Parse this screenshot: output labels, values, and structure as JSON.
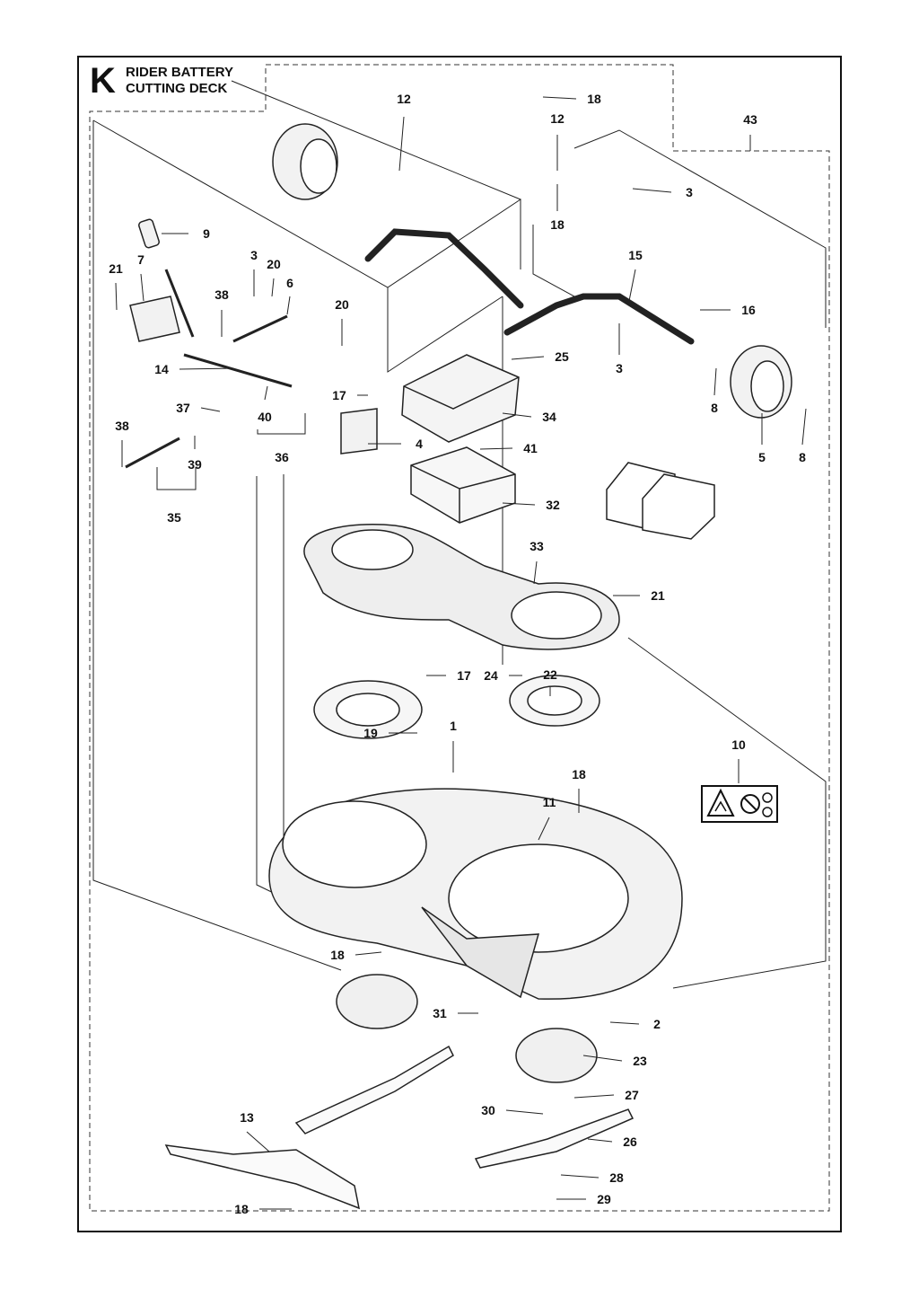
{
  "section": {
    "letter": "K",
    "title_line1": "RIDER BATTERY",
    "title_line2": "CUTTING DECK"
  },
  "icons": [
    "warning-thrown-objects-icon",
    "no-hands-under-deck-icon"
  ],
  "callouts": [
    "1",
    "2",
    "3",
    "3",
    "3",
    "4",
    "5",
    "6",
    "7",
    "8",
    "8",
    "9",
    "10",
    "11",
    "12",
    "12",
    "13",
    "14",
    "15",
    "16",
    "17",
    "17",
    "18",
    "18",
    "18",
    "18",
    "18",
    "19",
    "20",
    "20",
    "21",
    "21",
    "22",
    "23",
    "24",
    "25",
    "26",
    "27",
    "28",
    "29",
    "30",
    "31",
    "32",
    "33",
    "34",
    "35",
    "36",
    "37",
    "38",
    "38",
    "39",
    "40",
    "41",
    "43"
  ]
}
